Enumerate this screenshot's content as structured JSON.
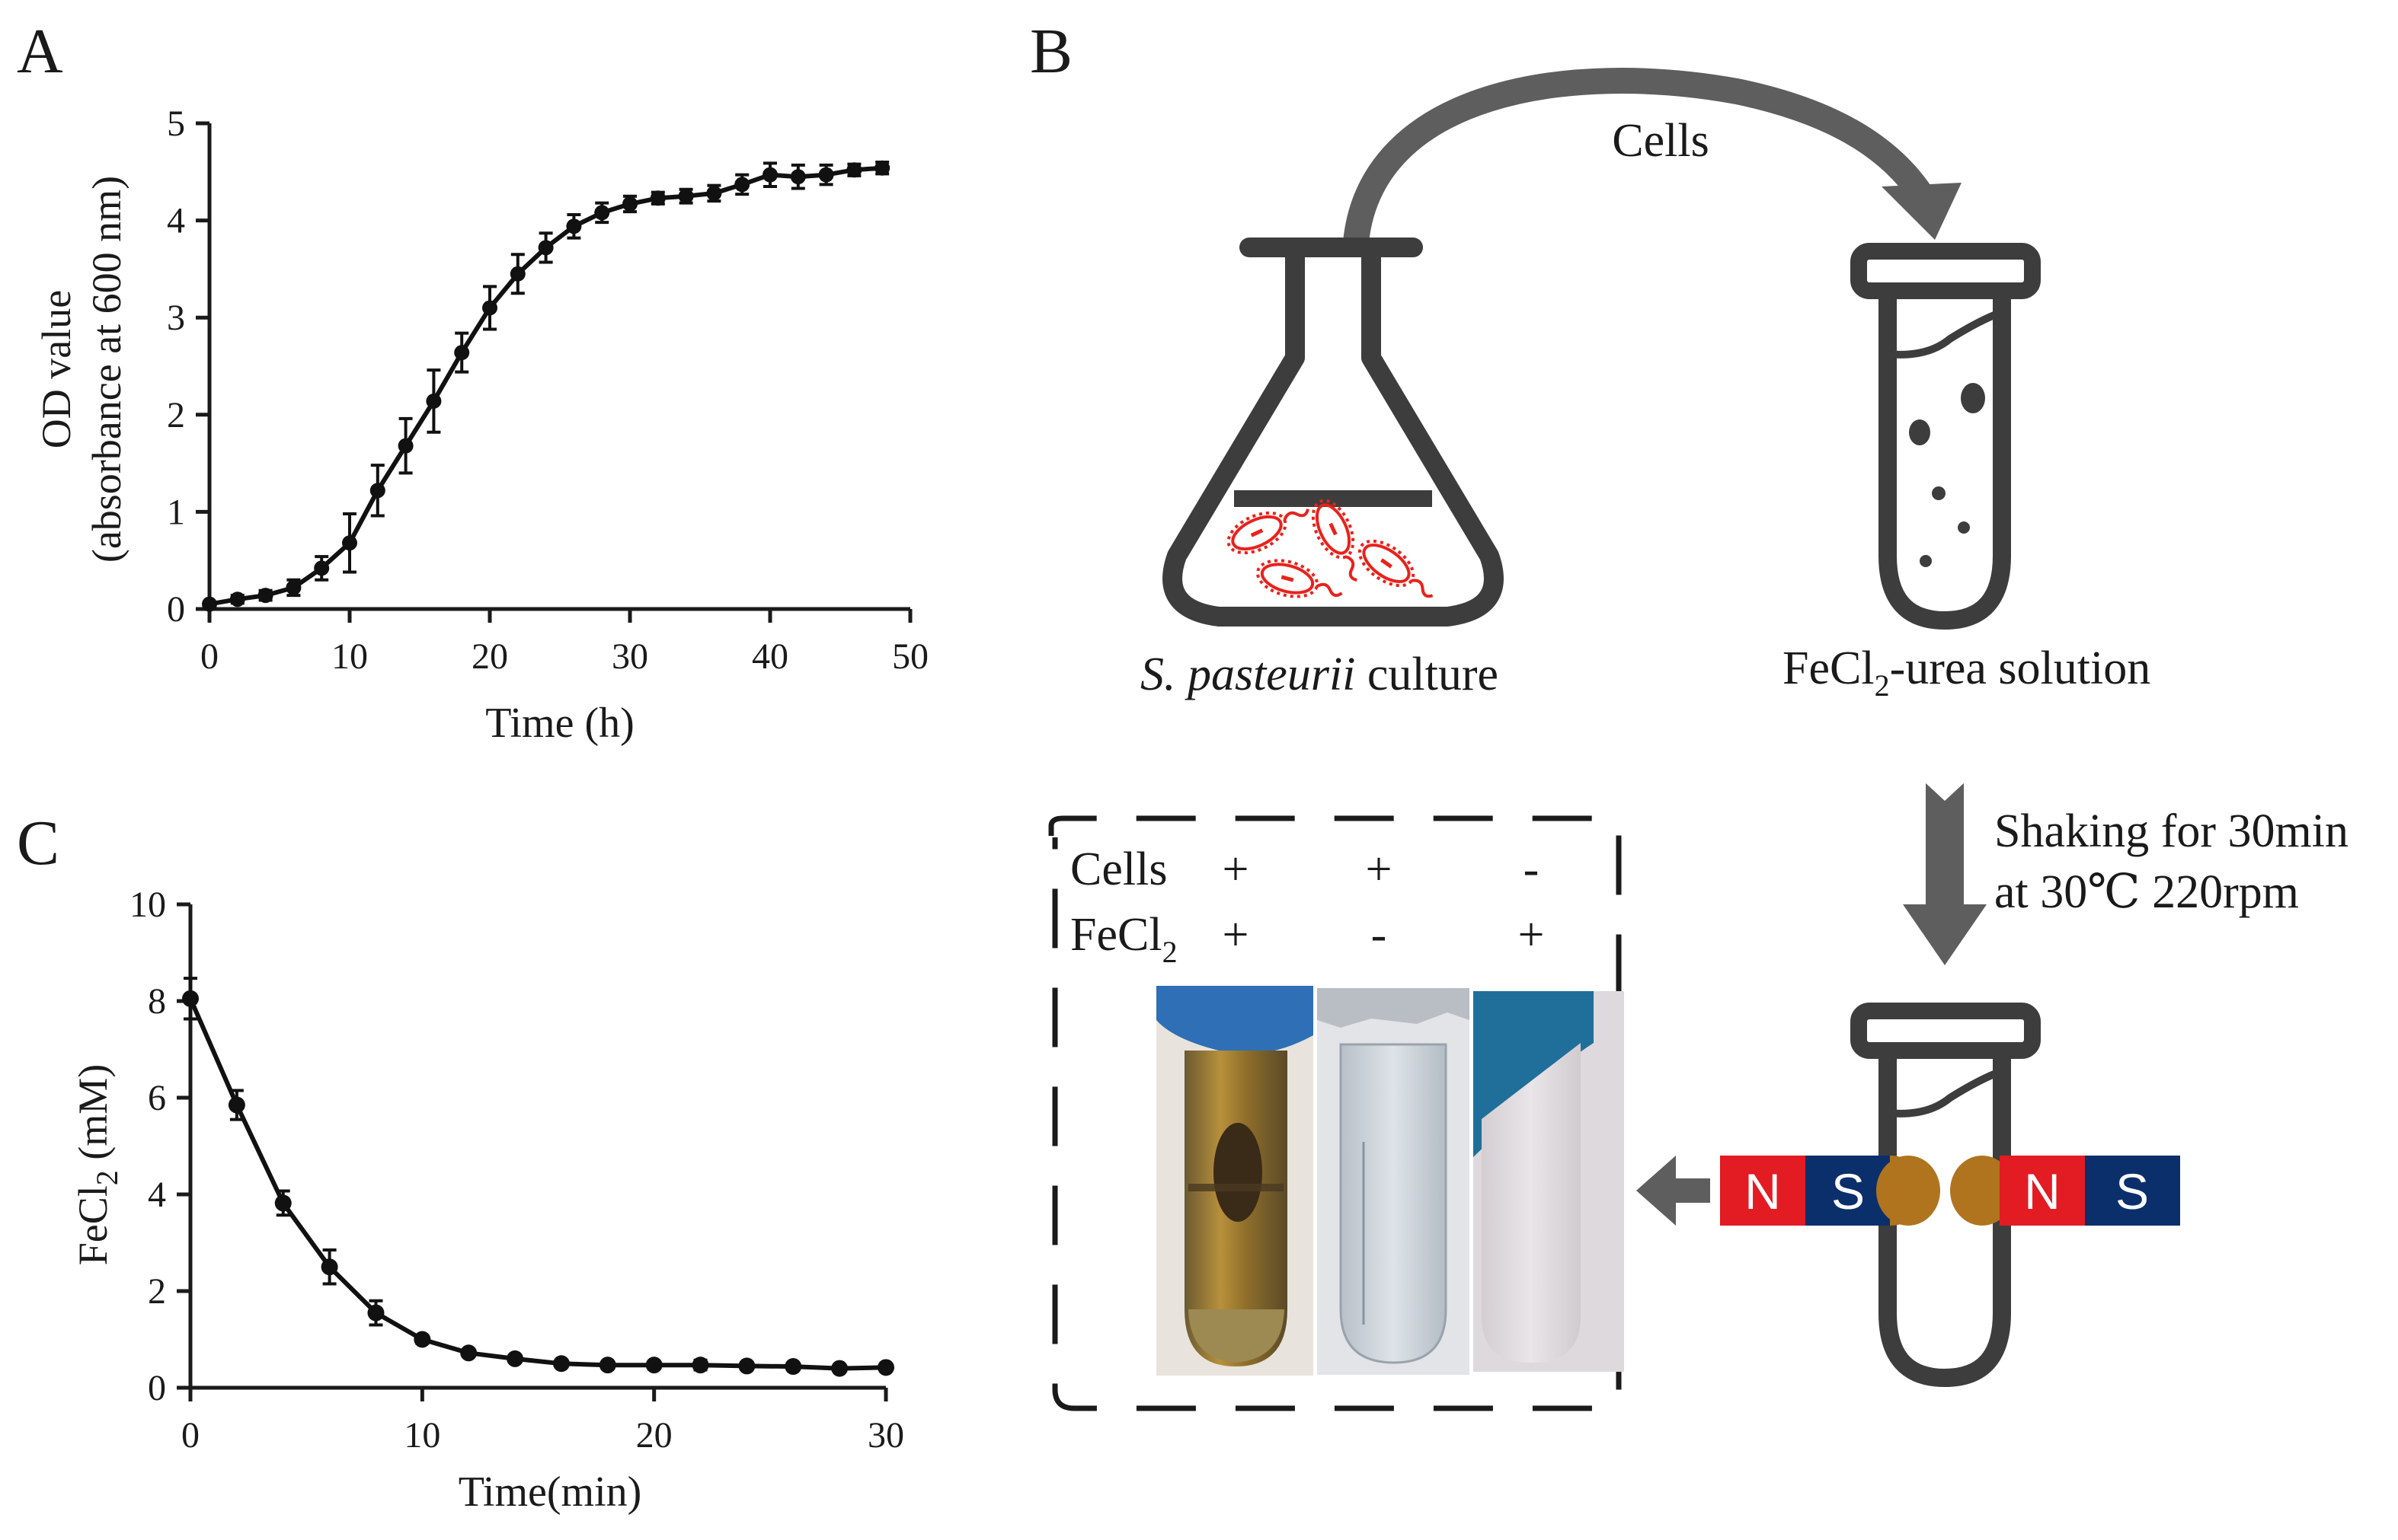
{
  "panels": {
    "a": {
      "letter": "A"
    },
    "b": {
      "letter": "B"
    },
    "c": {
      "letter": "C"
    }
  },
  "chart_data": [
    {
      "panel": "A",
      "type": "line",
      "xlabel": "Time (h)",
      "ylabel_line1": "OD value",
      "ylabel_line2": "(absorbance at 600 nm)",
      "xlim": [
        0,
        50
      ],
      "ylim": [
        0,
        5
      ],
      "xticks": [
        0,
        10,
        20,
        30,
        40,
        50
      ],
      "yticks": [
        0,
        1,
        2,
        3,
        4,
        5
      ],
      "grid": false,
      "series": [
        {
          "x": [
            0,
            2,
            4,
            6,
            8,
            10,
            12,
            14,
            16,
            18,
            20,
            22,
            24,
            26,
            28,
            30,
            32,
            34,
            36,
            38,
            40,
            42,
            44,
            46,
            48
          ],
          "y": [
            0.05,
            0.1,
            0.14,
            0.22,
            0.42,
            0.68,
            1.22,
            1.68,
            2.14,
            2.64,
            3.1,
            3.45,
            3.72,
            3.94,
            4.08,
            4.17,
            4.23,
            4.25,
            4.28,
            4.37,
            4.47,
            4.45,
            4.47,
            4.52,
            4.54
          ],
          "err": [
            0.02,
            0.04,
            0.05,
            0.08,
            0.12,
            0.3,
            0.26,
            0.28,
            0.32,
            0.2,
            0.22,
            0.2,
            0.15,
            0.12,
            0.1,
            0.08,
            0.06,
            0.07,
            0.08,
            0.1,
            0.12,
            0.12,
            0.1,
            0.06,
            0.06
          ]
        }
      ]
    },
    {
      "panel": "C",
      "type": "line",
      "xlabel": "Time(min)",
      "ylabel": "FeCl",
      "ylabel_sub": "2",
      "ylabel_unit": " (mM)",
      "xlim": [
        0,
        30
      ],
      "ylim": [
        0,
        10
      ],
      "xticks": [
        0,
        10,
        20,
        30
      ],
      "yticks": [
        0,
        2,
        4,
        6,
        8,
        10
      ],
      "grid": false,
      "series": [
        {
          "x": [
            0,
            2,
            4,
            6,
            8,
            10,
            12,
            14,
            16,
            18,
            20,
            22,
            24,
            26,
            28,
            30
          ],
          "y": [
            8.05,
            5.85,
            3.82,
            2.5,
            1.55,
            1.0,
            0.72,
            0.6,
            0.5,
            0.47,
            0.47,
            0.47,
            0.45,
            0.44,
            0.4,
            0.42
          ],
          "err": [
            0.42,
            0.3,
            0.25,
            0.35,
            0.25,
            0.08,
            0.06,
            0.06,
            0.05,
            0.05,
            0.05,
            0.1,
            0.05,
            0.05,
            0.05,
            0.05
          ]
        }
      ]
    }
  ],
  "diagram": {
    "arrow_label": "Cells",
    "flask_label_italic": "S. pasteurii",
    "flask_label_rest": " culture",
    "tube_label_pre": "FeCl",
    "tube_label_sub": "2",
    "tube_label_post": "-urea solution",
    "step_line1": "Shaking for 30min",
    "step_line2": "at 30℃ 220rpm",
    "magnet_left": [
      "N",
      "S"
    ],
    "magnet_right": [
      "N",
      "S"
    ],
    "colors": {
      "outline": "#3d3d3d",
      "arrow": "#5e5e5e",
      "bacteria": "#e8221c",
      "magnet_n": "#e31b23",
      "magnet_s": "#0b2f6b",
      "magnet_pole": "#b0741e"
    },
    "table": {
      "row1_label": "Cells",
      "row1_values": [
        "+",
        "+",
        "-"
      ],
      "row2_label_pre": "FeCl",
      "row2_label_sub": "2",
      "row2_values": [
        "+",
        "-",
        "+"
      ]
    }
  }
}
